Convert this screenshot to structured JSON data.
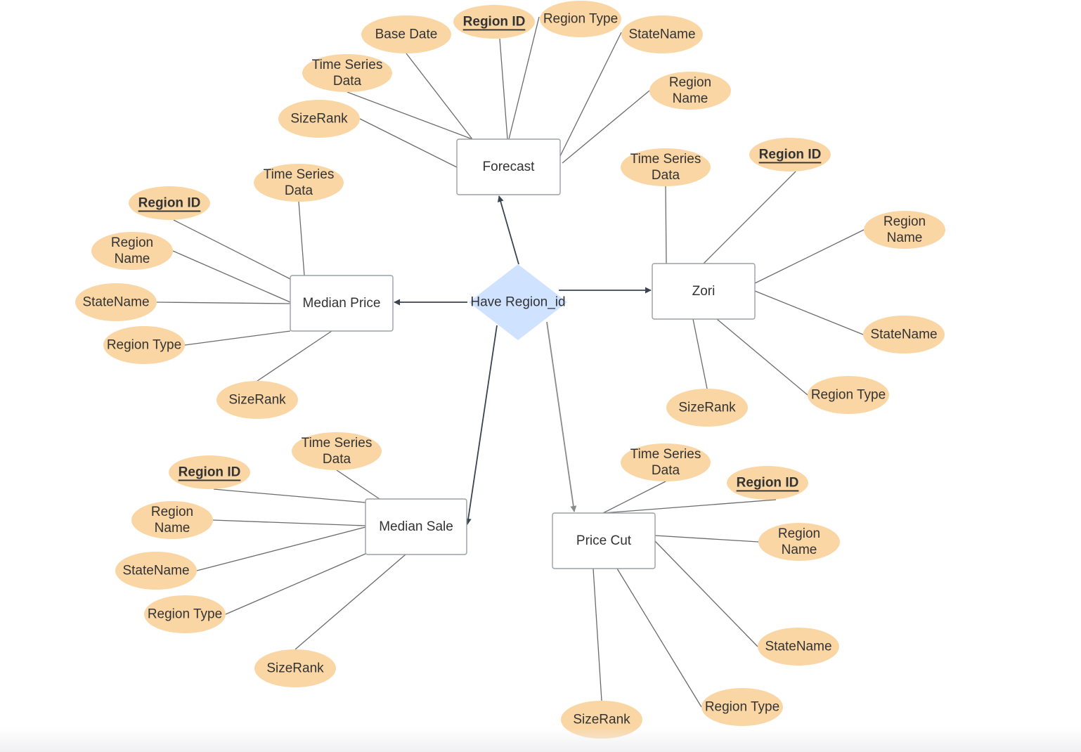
{
  "colors": {
    "attribute_fill": "#fad6a5",
    "entity_fill": "#ffffff",
    "entity_stroke": "#9aa0a6",
    "relationship_fill": "#cfe2ff",
    "line": "#6b6b6b",
    "arrow_dark": "#3c4350",
    "arrow_light": "#8a8a8a",
    "text": "#333333"
  },
  "relationship": {
    "id": "have-region-id",
    "label": "Have Region_id"
  },
  "entities": [
    {
      "id": "forecast",
      "label": "Forecast",
      "attributes": [
        {
          "lines": [
            "Base Date"
          ],
          "key": false
        },
        {
          "lines": [
            "Region ID"
          ],
          "key": true
        },
        {
          "lines": [
            "Region Type"
          ],
          "key": false
        },
        {
          "lines": [
            "StateName"
          ],
          "key": false
        },
        {
          "lines": [
            "Region",
            "Name"
          ],
          "key": false
        },
        {
          "lines": [
            "Time Series",
            "Data"
          ],
          "key": false
        },
        {
          "lines": [
            "SizeRank"
          ],
          "key": false
        }
      ]
    },
    {
      "id": "median-price",
      "label": "Median Price",
      "attributes": [
        {
          "lines": [
            "Time Series",
            "Data"
          ],
          "key": false
        },
        {
          "lines": [
            "Region ID"
          ],
          "key": true
        },
        {
          "lines": [
            "Region",
            "Name"
          ],
          "key": false
        },
        {
          "lines": [
            "StateName"
          ],
          "key": false
        },
        {
          "lines": [
            "Region Type"
          ],
          "key": false
        },
        {
          "lines": [
            "SizeRank"
          ],
          "key": false
        }
      ]
    },
    {
      "id": "zori",
      "label": "Zori",
      "attributes": [
        {
          "lines": [
            "Time Series",
            "Data"
          ],
          "key": false
        },
        {
          "lines": [
            "Region ID"
          ],
          "key": true
        },
        {
          "lines": [
            "Region",
            "Name"
          ],
          "key": false
        },
        {
          "lines": [
            "StateName"
          ],
          "key": false
        },
        {
          "lines": [
            "Region Type"
          ],
          "key": false
        },
        {
          "lines": [
            "SizeRank"
          ],
          "key": false
        }
      ]
    },
    {
      "id": "median-sale",
      "label": "Median Sale",
      "attributes": [
        {
          "lines": [
            "Time Series",
            "Data"
          ],
          "key": false
        },
        {
          "lines": [
            "Region ID"
          ],
          "key": true
        },
        {
          "lines": [
            "Region",
            "Name"
          ],
          "key": false
        },
        {
          "lines": [
            "StateName"
          ],
          "key": false
        },
        {
          "lines": [
            "Region Type"
          ],
          "key": false
        },
        {
          "lines": [
            "SizeRank"
          ],
          "key": false
        }
      ]
    },
    {
      "id": "price-cut",
      "label": "Price Cut",
      "attributes": [
        {
          "lines": [
            "Time Series",
            "Data"
          ],
          "key": false
        },
        {
          "lines": [
            "Region ID"
          ],
          "key": true
        },
        {
          "lines": [
            "Region",
            "Name"
          ],
          "key": false
        },
        {
          "lines": [
            "StateName"
          ],
          "key": false
        },
        {
          "lines": [
            "Region Type"
          ],
          "key": false
        },
        {
          "lines": [
            "SizeRank"
          ],
          "key": false
        }
      ]
    }
  ]
}
